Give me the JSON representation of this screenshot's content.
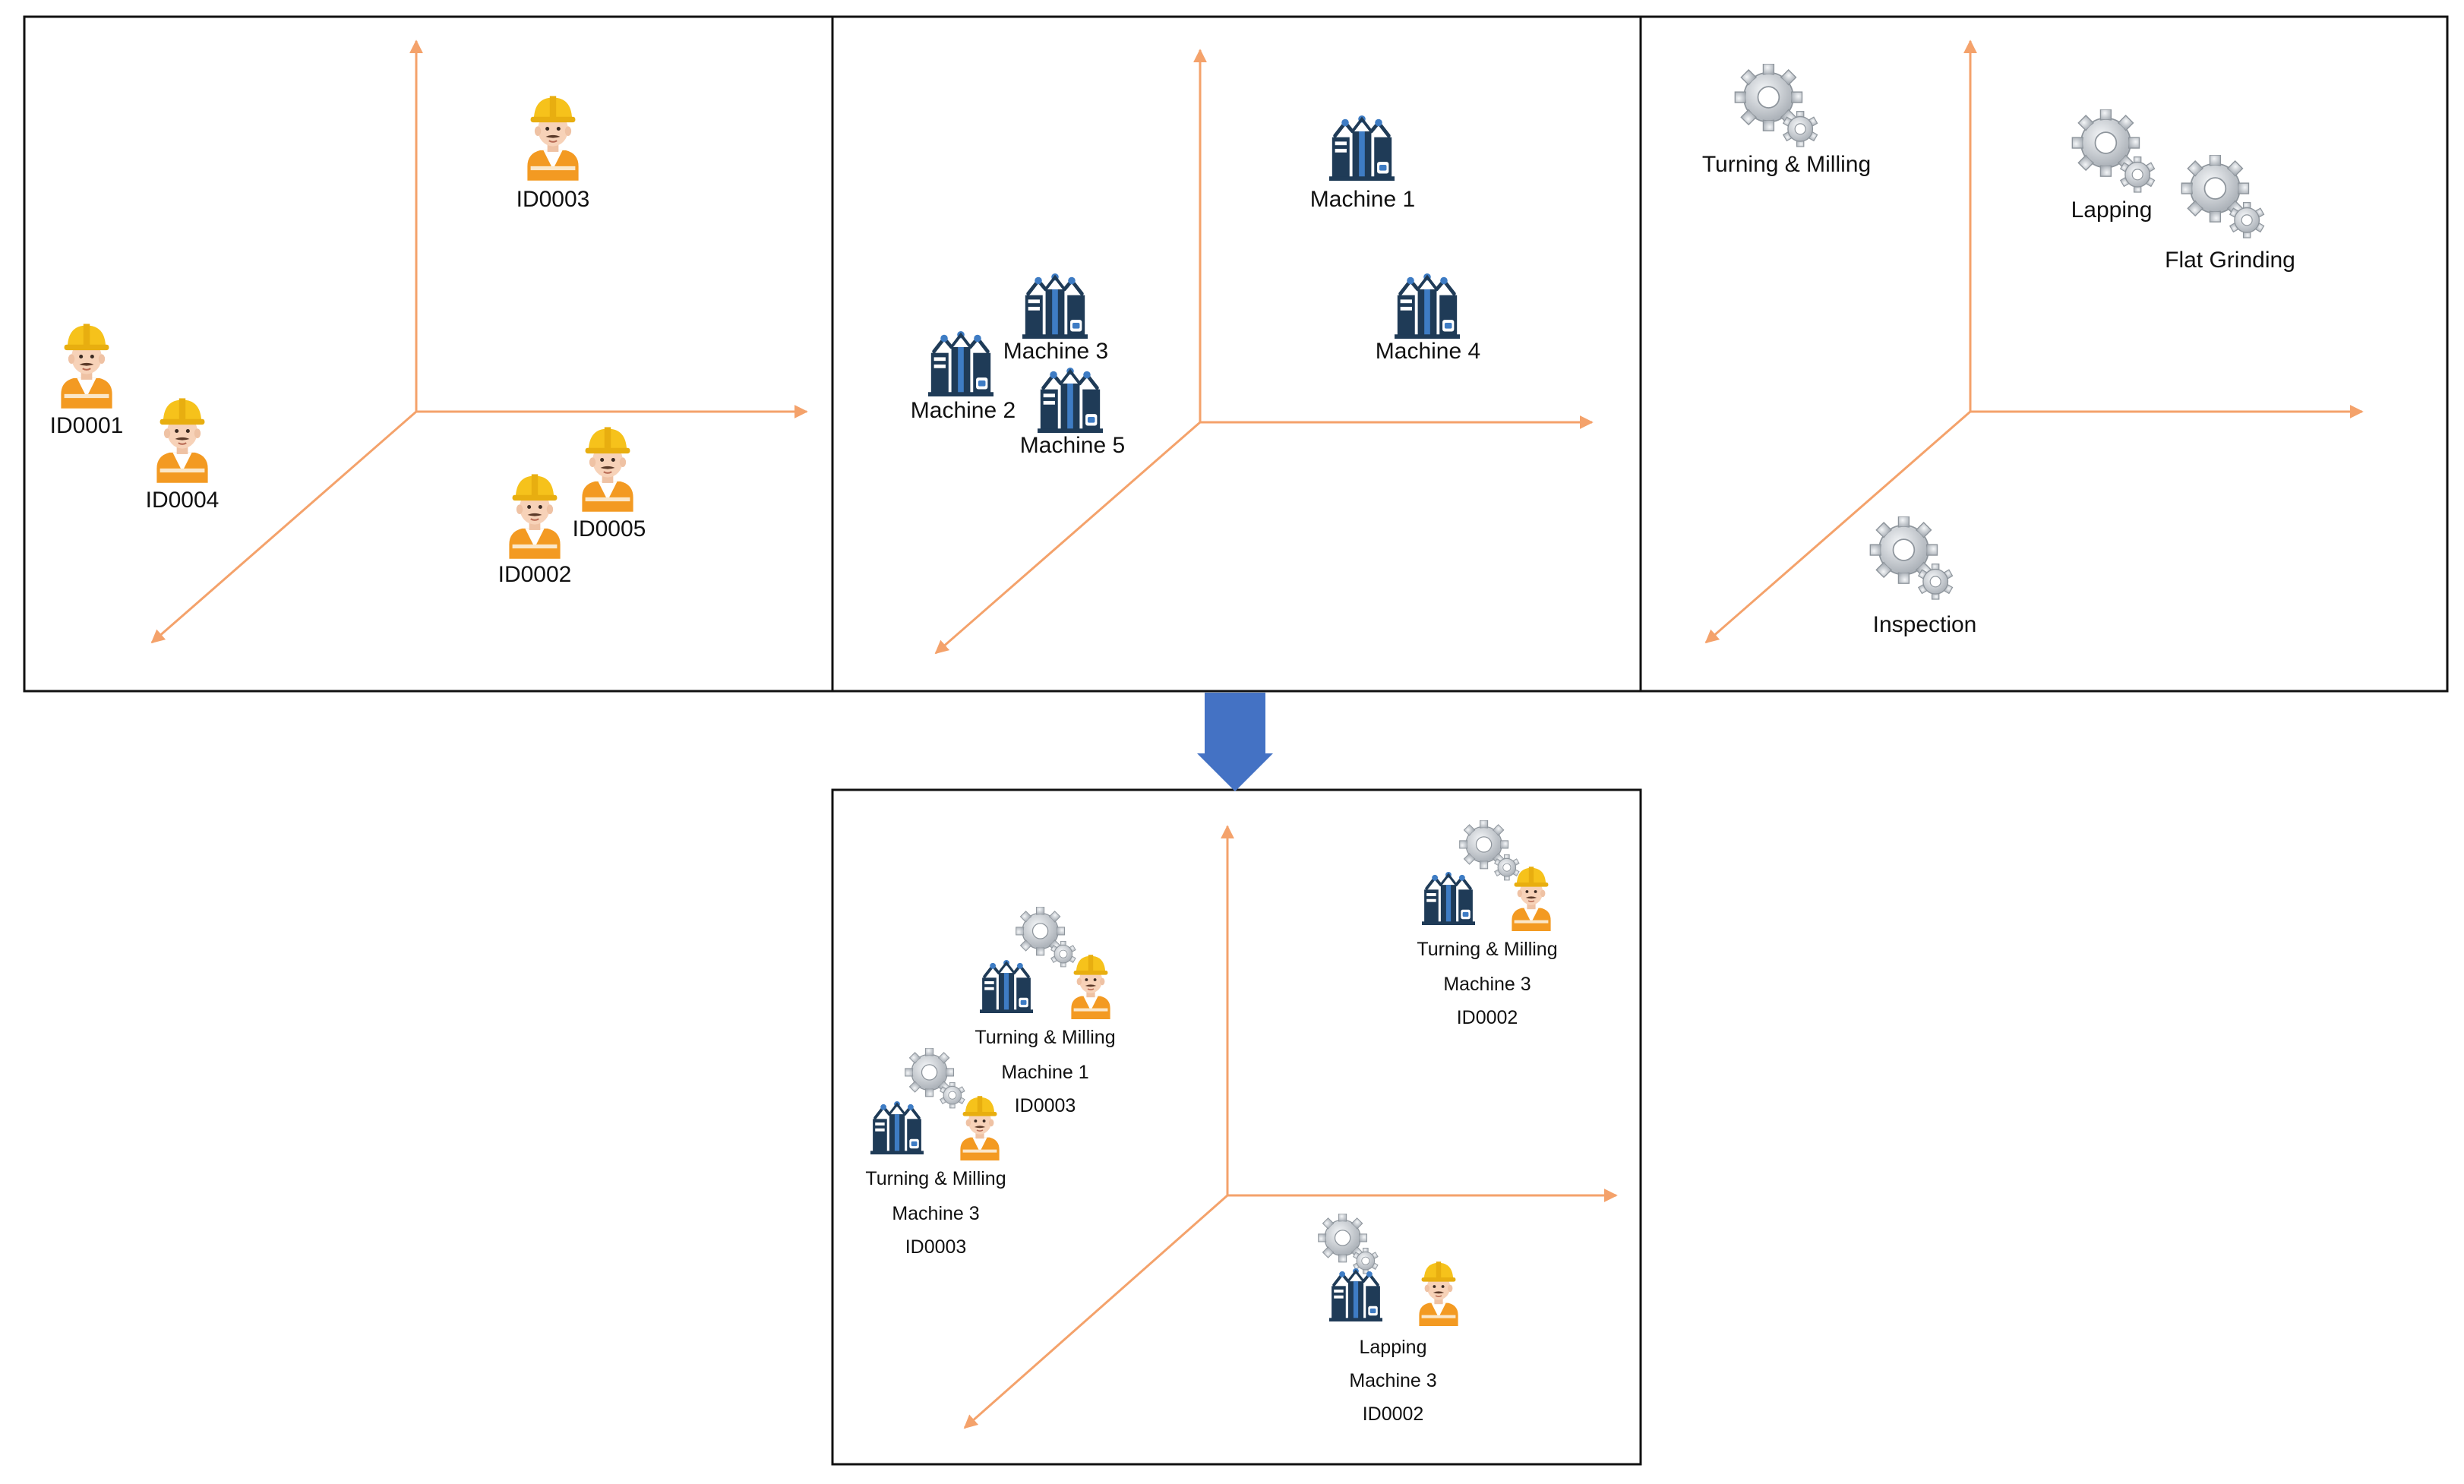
{
  "colors": {
    "axis": "#F4A26B",
    "frame": "#111111",
    "arrow": "#4472C4",
    "helmet": "#F6C21B",
    "vest": "#F39A22",
    "skin": "#F7D2B8",
    "gear": "#C9CDD2",
    "machine": "#1F3B57",
    "machine_accent": "#3E7CC4"
  },
  "icons": {
    "worker": "worker-icon",
    "machine": "machine-icon",
    "process": "gears-icon",
    "transition": "down-arrow-icon"
  },
  "panels": {
    "workers": {
      "items": [
        {
          "label": "ID0003"
        },
        {
          "label": "ID0001"
        },
        {
          "label": "ID0004"
        },
        {
          "label": "ID0005"
        },
        {
          "label": "ID0002"
        }
      ]
    },
    "machines": {
      "items": [
        {
          "label": "Machine 1"
        },
        {
          "label": "Machine 3"
        },
        {
          "label": "Machine 2"
        },
        {
          "label": "Machine 5"
        },
        {
          "label": "Machine 4"
        }
      ]
    },
    "processes": {
      "items": [
        {
          "label": "Turning & Milling"
        },
        {
          "label": "Lapping"
        },
        {
          "label": "Flat Grinding"
        },
        {
          "label": "Inspection"
        }
      ]
    },
    "combined": {
      "items": [
        {
          "process": "Turning & Milling",
          "machine": "Machine 3",
          "worker": "ID0002"
        },
        {
          "process": "Turning & Milling",
          "machine": "Machine 1",
          "worker": "ID0003"
        },
        {
          "process": "Turning & Milling",
          "machine": "Machine 3",
          "worker": "ID0003"
        },
        {
          "process": "Lapping",
          "machine": "Machine 3",
          "worker": "ID0002"
        }
      ]
    }
  }
}
